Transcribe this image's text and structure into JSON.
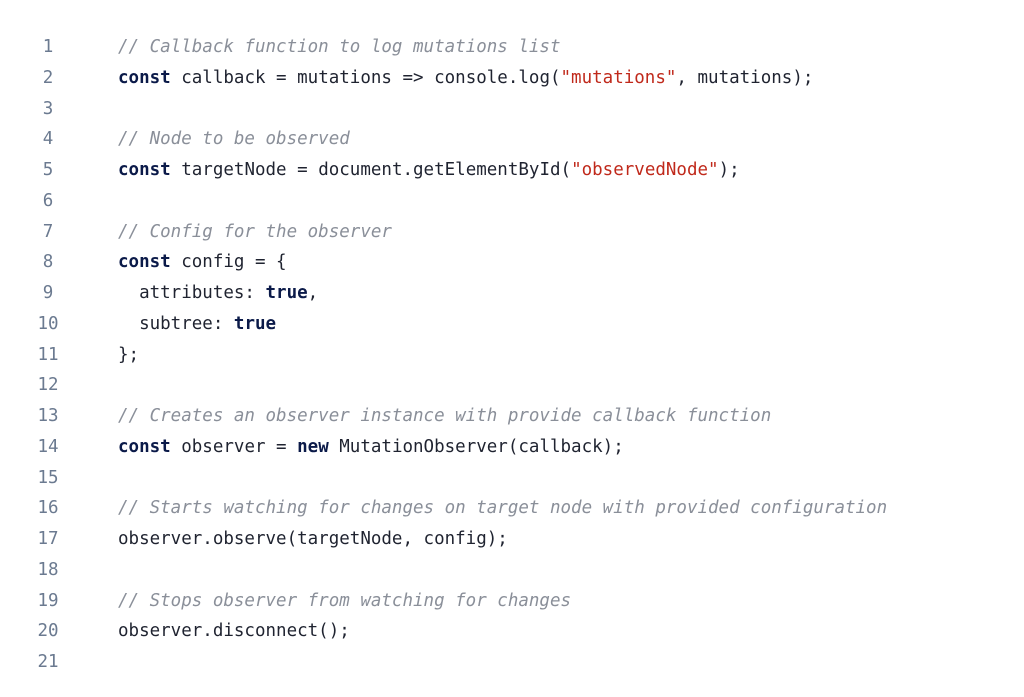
{
  "lines": [
    {
      "n": "1",
      "tokens": [
        {
          "t": "comment",
          "v": "// Callback function to log mutations list"
        }
      ]
    },
    {
      "n": "2",
      "tokens": [
        {
          "t": "keyword",
          "v": "const"
        },
        {
          "t": "plain",
          "v": " callback = mutations => console.log("
        },
        {
          "t": "string",
          "v": "\"mutations\""
        },
        {
          "t": "plain",
          "v": ", mutations);"
        }
      ]
    },
    {
      "n": "3",
      "tokens": []
    },
    {
      "n": "4",
      "tokens": [
        {
          "t": "comment",
          "v": "// Node to be observed"
        }
      ]
    },
    {
      "n": "5",
      "tokens": [
        {
          "t": "keyword",
          "v": "const"
        },
        {
          "t": "plain",
          "v": " targetNode = document.getElementById("
        },
        {
          "t": "string",
          "v": "\"observedNode\""
        },
        {
          "t": "plain",
          "v": ");"
        }
      ]
    },
    {
      "n": "6",
      "tokens": []
    },
    {
      "n": "7",
      "tokens": [
        {
          "t": "comment",
          "v": "// Config for the observer"
        }
      ]
    },
    {
      "n": "8",
      "tokens": [
        {
          "t": "keyword",
          "v": "const"
        },
        {
          "t": "plain",
          "v": " config = {"
        }
      ]
    },
    {
      "n": "9",
      "tokens": [
        {
          "t": "plain",
          "v": "  attributes: "
        },
        {
          "t": "keyword",
          "v": "true"
        },
        {
          "t": "plain",
          "v": ","
        }
      ]
    },
    {
      "n": "10",
      "tokens": [
        {
          "t": "plain",
          "v": "  subtree: "
        },
        {
          "t": "keyword",
          "v": "true"
        }
      ]
    },
    {
      "n": "11",
      "tokens": [
        {
          "t": "plain",
          "v": "};"
        }
      ]
    },
    {
      "n": "12",
      "tokens": []
    },
    {
      "n": "13",
      "tokens": [
        {
          "t": "comment",
          "v": "// Creates an observer instance with provide callback function"
        }
      ]
    },
    {
      "n": "14",
      "tokens": [
        {
          "t": "keyword",
          "v": "const"
        },
        {
          "t": "plain",
          "v": " observer = "
        },
        {
          "t": "keyword",
          "v": "new"
        },
        {
          "t": "plain",
          "v": " MutationObserver(callback);"
        }
      ]
    },
    {
      "n": "15",
      "tokens": []
    },
    {
      "n": "16",
      "tokens": [
        {
          "t": "comment",
          "v": "// Starts watching for changes on target node with provided configuration"
        }
      ]
    },
    {
      "n": "17",
      "tokens": [
        {
          "t": "plain",
          "v": "observer.observe(targetNode, config);"
        }
      ]
    },
    {
      "n": "18",
      "tokens": []
    },
    {
      "n": "19",
      "tokens": [
        {
          "t": "comment",
          "v": "// Stops observer from watching for changes"
        }
      ]
    },
    {
      "n": "20",
      "tokens": [
        {
          "t": "plain",
          "v": "observer.disconnect();"
        }
      ]
    },
    {
      "n": "21",
      "tokens": []
    }
  ],
  "colors": {
    "comment": "#8a8f99",
    "keyword": "#0b1a49",
    "string": "#c0291b",
    "plain": "#1f2330",
    "line_number": "#6b7a90",
    "background": "#ffffff"
  }
}
